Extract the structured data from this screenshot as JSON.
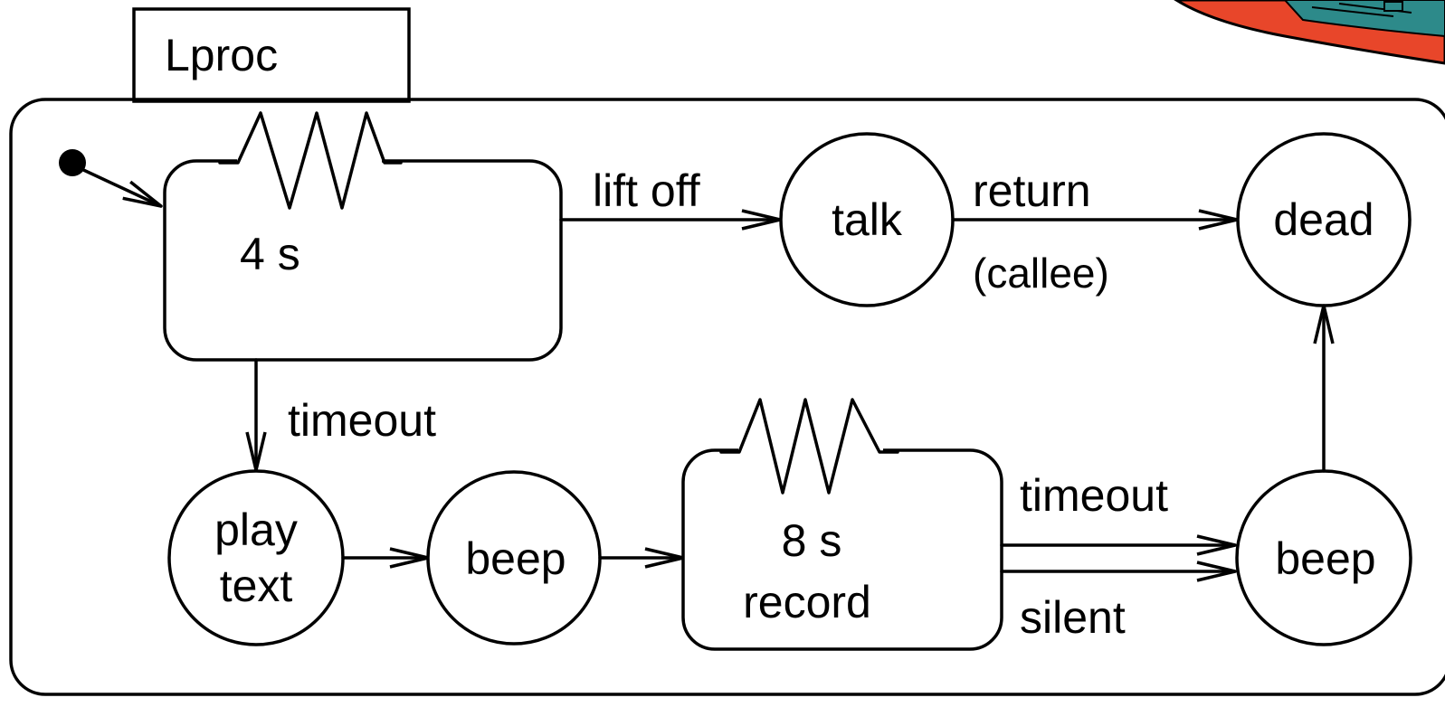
{
  "diagram": {
    "process_tab": "Lproc",
    "states": {
      "wait_timer": "4 s",
      "talk": "talk",
      "dead": "dead",
      "play_text_line1": "play",
      "play_text_line2": "text",
      "beep1": "beep",
      "record_timer": "8 s",
      "record": "record",
      "beep2": "beep"
    },
    "transitions": {
      "lift_off": "lift off",
      "return": "return",
      "callee": "(callee)",
      "timeout_down": "timeout",
      "timeout_right": "timeout",
      "silent": "silent"
    }
  }
}
